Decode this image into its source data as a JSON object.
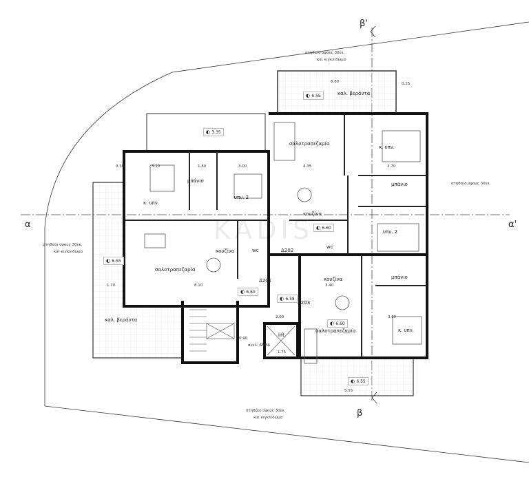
{
  "sections": {
    "a": "α",
    "a_prime": "α'",
    "b": "β",
    "b_prime": "β'"
  },
  "notes": {
    "parapet_line1": "στηθαίο ύψους 30εκ.",
    "parapet_line2": "και κιγκλίδωμα"
  },
  "watermark": "KADIS",
  "rooms": {
    "living_dining": "σαλοτραπεζαρία",
    "master_bedroom": "κ. υπν.",
    "bedroom2": "υπν. 2",
    "bathroom": "μπάνιο",
    "kitchen": "κουζίνα",
    "wc": "wc",
    "veranda": "καλ. βεράντα",
    "lift": "lift",
    "disabled_lift": "ανελ. ΑΜΕΑ"
  },
  "apartments": {
    "a201": "Δ201",
    "a202": "Δ202",
    "a203": "Δ203"
  },
  "levels": {
    "terrace": "3.35",
    "balcony": "6.55",
    "floor": "6.60",
    "landing": "6.58"
  },
  "dims": {
    "d1": "6.80",
    "d2": "4.35",
    "d3": "3.70",
    "d4": "8.10",
    "d5": "3.10",
    "d6": "1.80",
    "d7": "3.00",
    "d8": "3.40",
    "d9": "2.00",
    "d10": "5.55",
    "d11": "1.75",
    "d12": "0.90",
    "d13": "3.60",
    "d14": "0.30",
    "d15": "0.25",
    "d16": "1.70"
  }
}
